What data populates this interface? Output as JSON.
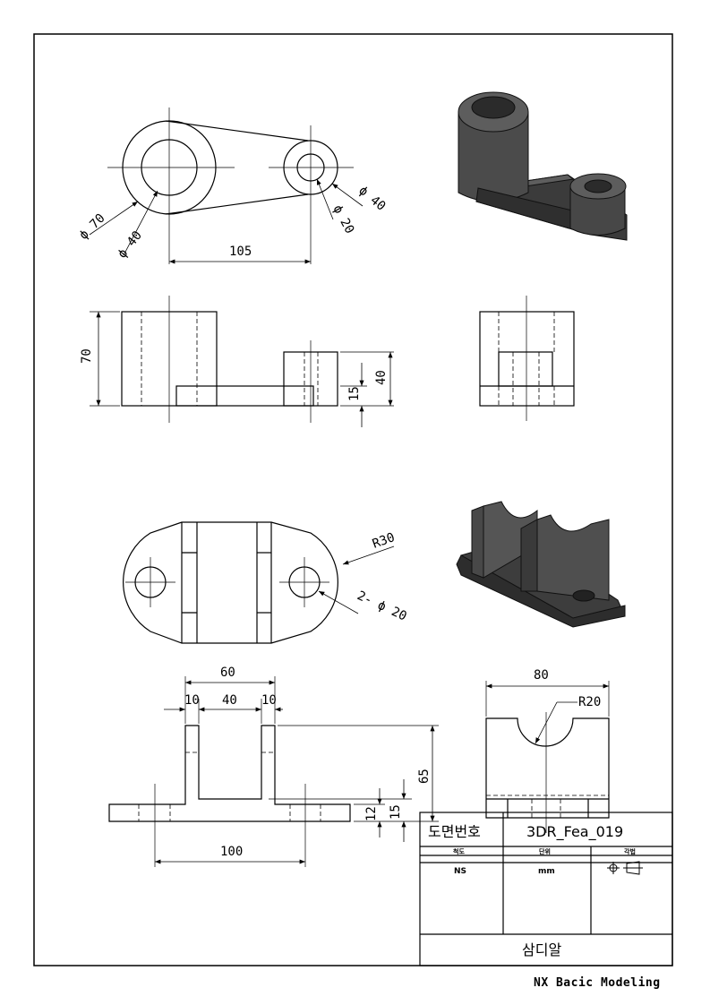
{
  "dimensions": {
    "phi70": "ϕ 70",
    "phi40_large": "ϕ 40",
    "phi20": "ϕ 20",
    "phi40_small": "ϕ 40",
    "d105": "105",
    "d70": "70",
    "d40": "40",
    "d15_top": "15",
    "r30": "R30",
    "holes": "2- ϕ 20",
    "d60": "60",
    "d10_left": "10",
    "d40_gap": "40",
    "d10_right": "10",
    "d65": "65",
    "d12": "12",
    "d15_bottom": "15",
    "d100": "100",
    "d80": "80",
    "r20": "R20"
  },
  "title_block": {
    "drawing_no_label": "도면번호",
    "drawing_no": "3DR_Fea_019",
    "scale_label": "척도",
    "unit_label": "단위",
    "projection_label": "각법",
    "scale_value": "NS",
    "unit_value": "mm",
    "part_name": "삼디알"
  },
  "footer": "NX Bacic Modeling",
  "colors": {
    "line": "#000000",
    "model_face": "#4a4a4a",
    "model_top": "#5c5c5c",
    "model_dark": "#2e2e2e"
  }
}
